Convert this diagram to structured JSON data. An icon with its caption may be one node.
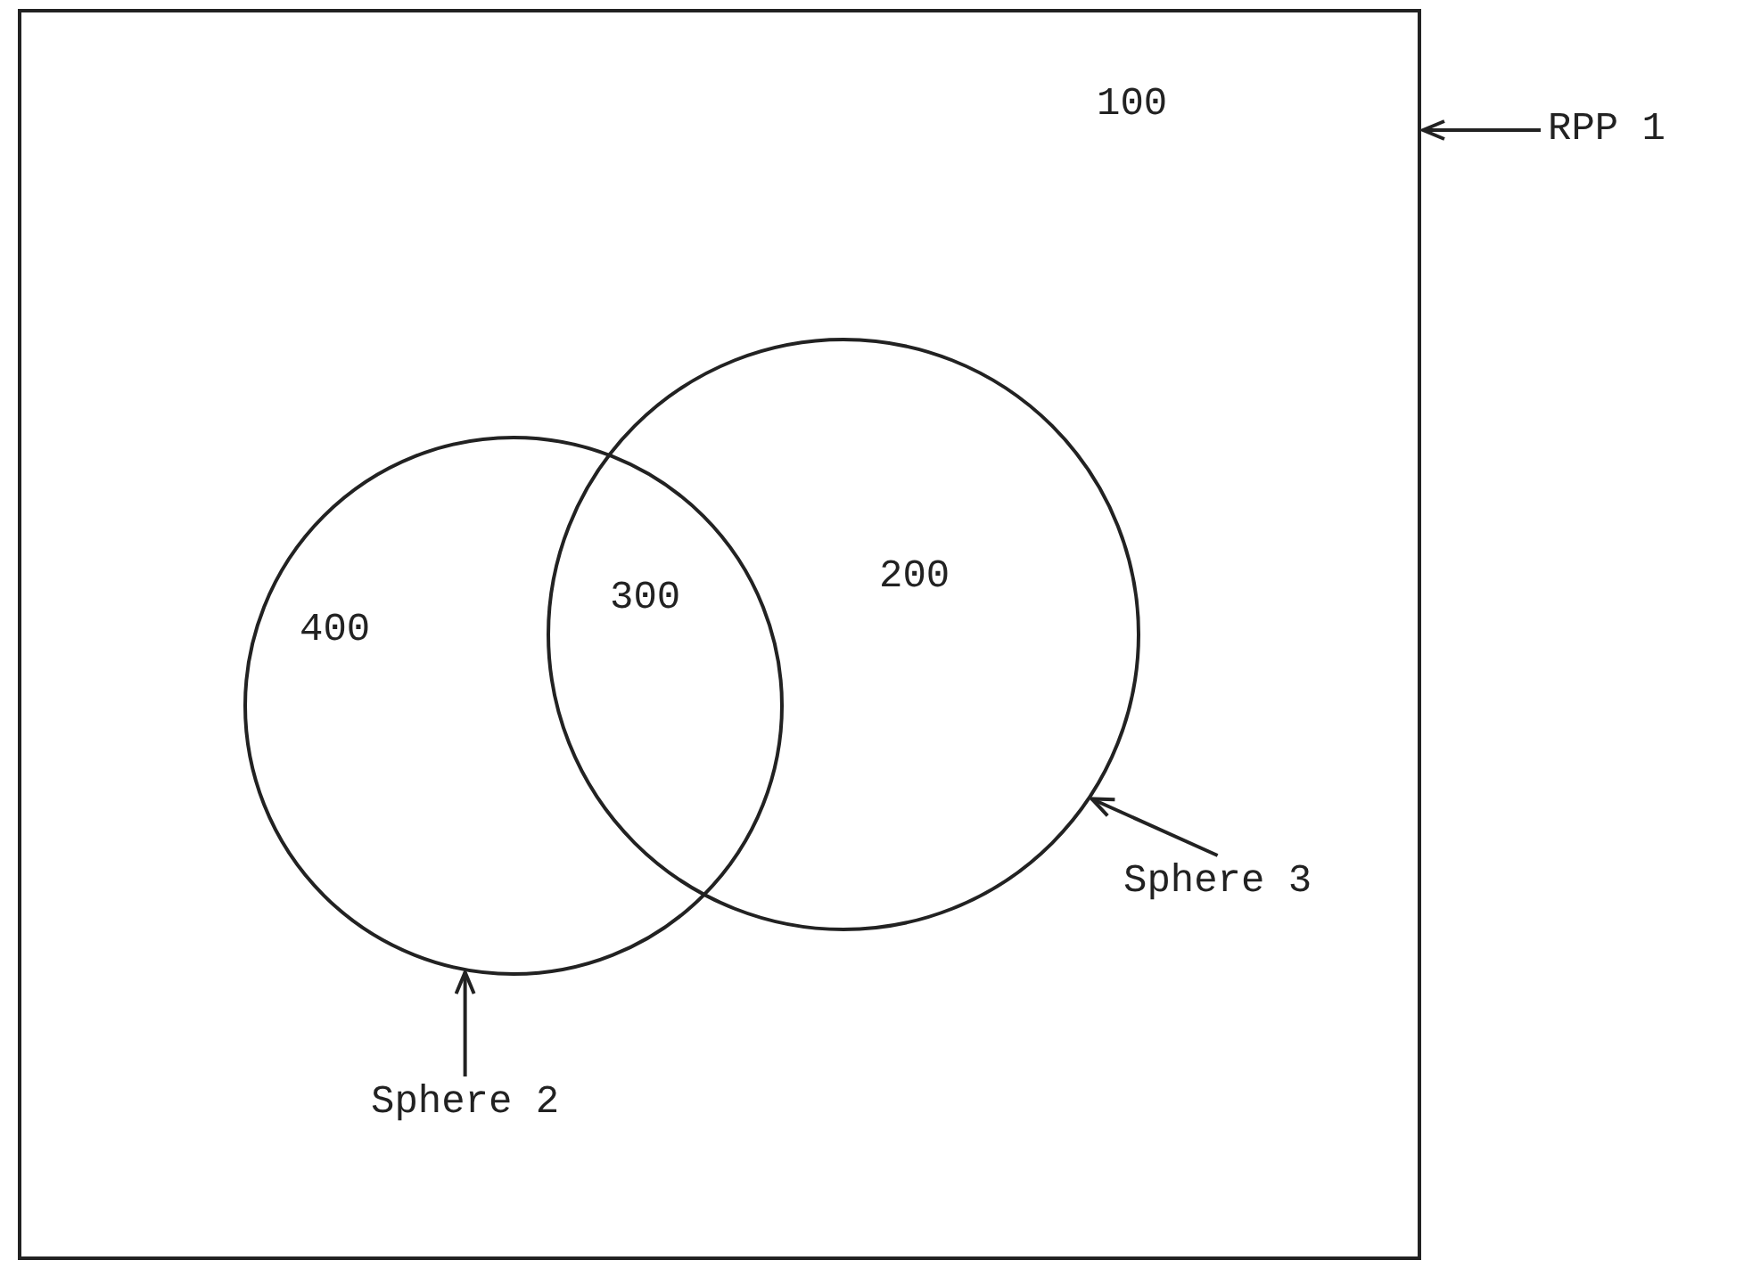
{
  "diagram": {
    "nodes": [
      {
        "text": [],
        "shape": "box"
      },
      {
        "text": [],
        "shape": "circle",
        "in": 0
      },
      {
        "text": [],
        "shape": "circle",
        "in": 0
      },
      {
        "text": [
          "RPP 1"
        ]
      },
      {
        "text": [
          "Sphere 2"
        ],
        "in": 0
      },
      {
        "text": [
          "Sphere 3"
        ],
        "in": 0
      }
    ],
    "edges": [
      {
        "from": 3,
        "to": 0,
        "arrow": "to"
      },
      {
        "from": 4,
        "to": 1,
        "arrow": "to"
      },
      {
        "from": 5,
        "to": 2,
        "arrow": "to"
      }
    ],
    "labels": [
      "100",
      "400",
      "300",
      "200"
    ]
  }
}
